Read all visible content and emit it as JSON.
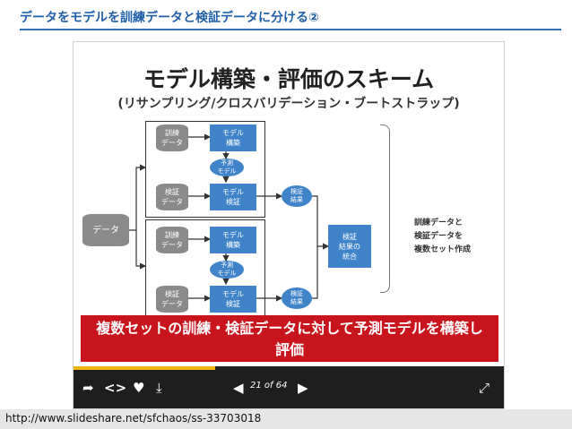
{
  "page": {
    "title": "データをモデルを訓練データと検証データに分ける②",
    "source_url": "http://www.slideshare.net/sfchaos/ss-33703018"
  },
  "slide": {
    "title": "モデル構築・評価のスキーム",
    "subtitle": "(リサンプリング/クロスバリデーション・ブートストラップ)",
    "data_store": "データ",
    "groups": [
      {
        "train_data": "訓練\nデータ",
        "build_model": "モデル\n構築",
        "pred_model": "予測\nモデル",
        "valid_data": "検証\nデータ",
        "valid_model": "モデル\n検証",
        "valid_result": "検証\n結果"
      },
      {
        "train_data": "訓練\nデータ",
        "build_model": "モデル\n構築",
        "pred_model": "予測\nモデル",
        "valid_data": "検証\nデータ",
        "valid_model": "モデル\n検証",
        "valid_result": "検証\n結果"
      }
    ],
    "integrate": "検証\n結果の\n統合",
    "right_note": "訓練データと\n検証データを\n複数セット作成",
    "banner": "複数セットの訓練・検証データに対して予測モデルを構築し\n評価"
  },
  "player": {
    "page_current": 21,
    "page_total": 64,
    "page_label": "21 of 64",
    "progress_fraction": 0.33,
    "colors": {
      "progress": "#f2b516",
      "toolbar": "#1e1e1e",
      "banner": "#c8141c",
      "box": "#3f83c9"
    },
    "icons": [
      "share-icon",
      "embed-icon",
      "like-icon",
      "download-icon",
      "prev-icon",
      "next-icon",
      "fullscreen-icon"
    ]
  }
}
